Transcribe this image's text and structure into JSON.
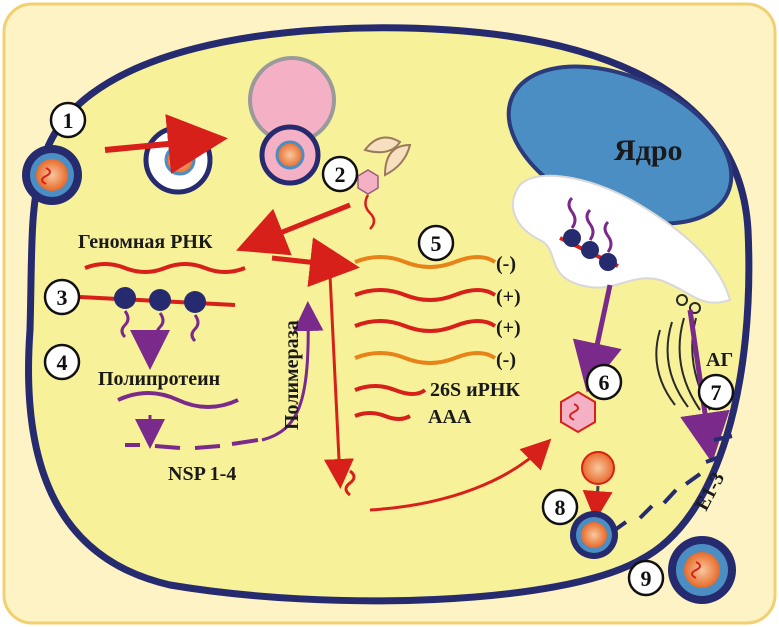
{
  "labels": {
    "nucleus": "Ядро",
    "genomic_rna": "Геномная РНК",
    "polyprotein": "Полипротеин",
    "polymerase": "Полимераза",
    "nsp": "NSP 1-4",
    "mrna_26s": "26S иРНК",
    "aaa": "AAA",
    "golgi": "АГ",
    "e13": "E1-3"
  },
  "strands": [
    "(-)",
    "(+)",
    "(+)",
    "(-)"
  ],
  "steps": [
    "1",
    "2",
    "3",
    "4",
    "5",
    "6",
    "7",
    "8",
    "9"
  ],
  "colors": {
    "cell_fill": "#f7f19a",
    "cell_border": "#262a6e",
    "background": "#fdf3c4",
    "nucleus": "#4a8ec4",
    "rna_red": "#d8201a",
    "rna_orange": "#e8831a",
    "arrow_purple": "#7a2a8a",
    "endosome": "#f4b0c4"
  }
}
